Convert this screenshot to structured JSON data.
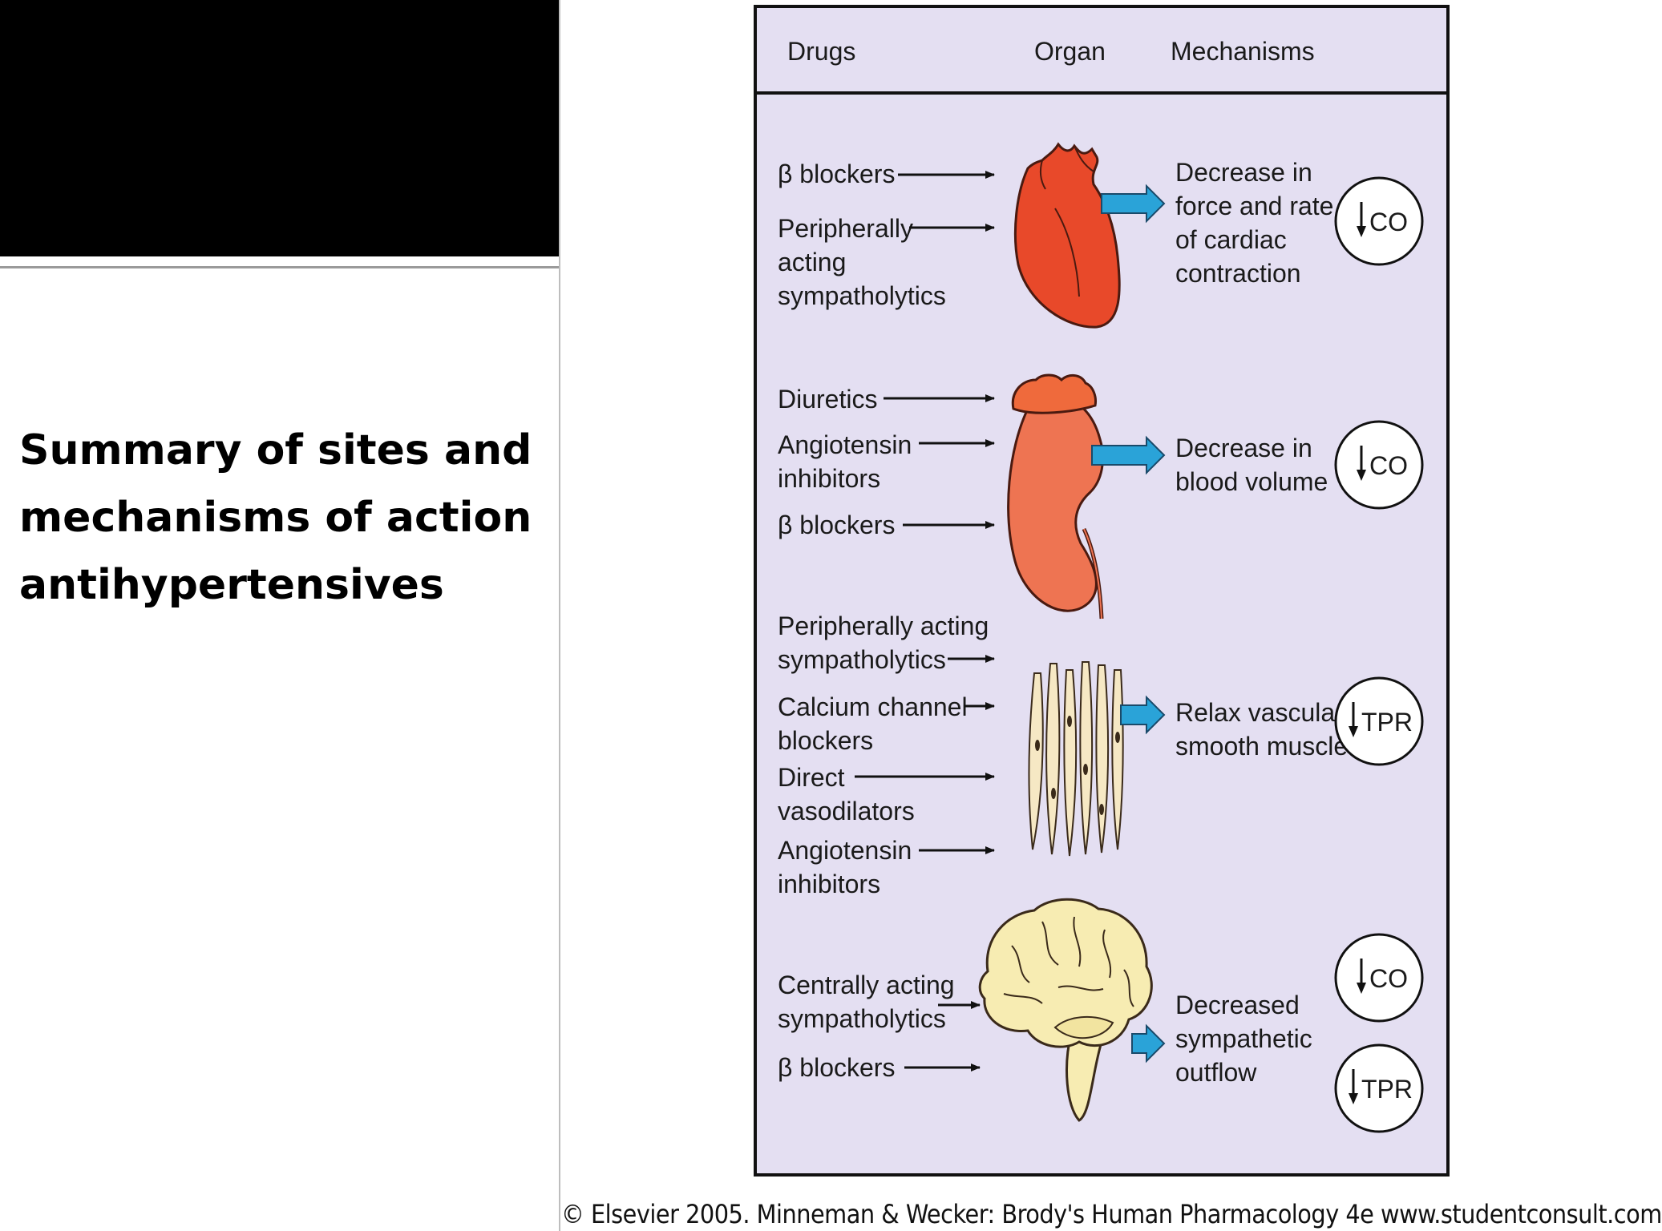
{
  "slide": {
    "title_lines": [
      "Summary of sites and",
      "mechanisms of action",
      "antihypertensives"
    ]
  },
  "headers": {
    "drugs": "Drugs",
    "organ": "Organ",
    "mechanisms": "Mechanisms"
  },
  "rows": {
    "heart": {
      "drugs": [
        "β blockers",
        "Peripherally\nacting\nsympatholytics"
      ],
      "mechanism": "Decrease in\nforce and rate\nof cardiac\ncontraction",
      "effects": [
        "CO"
      ]
    },
    "kidney": {
      "drugs": [
        "Diuretics",
        "Angiotensin\ninhibitors",
        "β blockers"
      ],
      "mechanism": "Decrease in\nblood volume",
      "effects": [
        "CO"
      ]
    },
    "vessel": {
      "drugs": [
        "Peripherally acting\nsympatholytics",
        "Calcium channel\nblockers",
        "Direct\nvasodilators",
        "Angiotensin\ninhibitors"
      ],
      "mechanism": "Relax vascular\nsmooth muscle",
      "effects": [
        "TPR"
      ]
    },
    "brain": {
      "drugs": [
        "Centrally acting\nsympatholytics",
        "β blockers"
      ],
      "mechanism": "Decreased\nsympathetic\noutflow",
      "effects": [
        "CO",
        "TPR"
      ]
    }
  },
  "credit": "© Elsevier 2005. Minneman & Wecker: Brody's Human Pharmacology 4e www.studentconsult.com",
  "colors": {
    "panel_bg": "#e4dff2",
    "heart": "#e8492a",
    "kidney": "#ee7452",
    "vessel": "#f6e8c4",
    "brain": "#f7ecb2",
    "arrow_blue": "#2aa3d8"
  }
}
